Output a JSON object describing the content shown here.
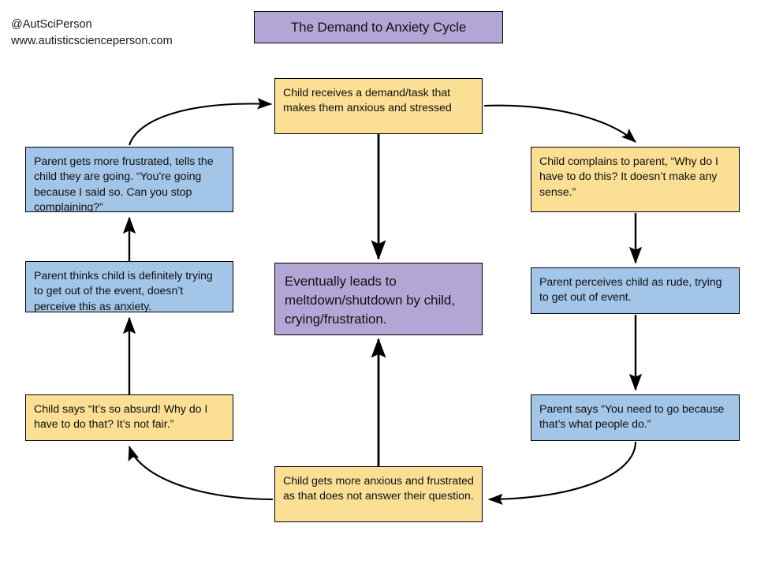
{
  "credit": {
    "handle": "@AutSciPerson",
    "website": "www.autisticscienceperson.com"
  },
  "title": {
    "text": "The Demand to Anxiety Cycle"
  },
  "colors": {
    "title_fill": "#b3a6d6",
    "yellow_fill": "#fbdf95",
    "blue_fill": "#a3c5e8",
    "purple_fill": "#b3a6d6",
    "border": "#000000",
    "arrow": "#000000",
    "background": "#ffffff"
  },
  "nodes": [
    {
      "id": "demand",
      "text": "Child receives a demand/task that makes them anxious and stressed",
      "fill": "yellow"
    },
    {
      "id": "complain",
      "text": "Child complains to parent, “Why do I have to do this? It doesn’t make any sense.”",
      "fill": "yellow"
    },
    {
      "id": "perceive",
      "text": "Parent perceives child as rude, trying to get out of event.",
      "fill": "blue"
    },
    {
      "id": "parent-says",
      "text": "Parent says “You need to go because that’s what people do.”",
      "fill": "blue"
    },
    {
      "id": "anxious",
      "text": "Child gets more anxious and frustrated as that does not answer their question.",
      "fill": "yellow"
    },
    {
      "id": "absurd",
      "text": "Child says “It’s so absurd! Why do I have to do that? It’s not fair.”",
      "fill": "yellow"
    },
    {
      "id": "thinks",
      "text": "Parent thinks child is definitely trying to get out of the event, doesn’t perceive this as anxiety.",
      "fill": "blue"
    },
    {
      "id": "frustrated",
      "text": "Parent gets more frustrated, tells the child they are going. “You’re going because I said so. Can you stop complaining?”",
      "fill": "blue"
    },
    {
      "id": "meltdown",
      "text": "Eventually leads to meltdown/shutdown by child, crying/frustration.",
      "fill": "purple"
    }
  ],
  "edges": [
    {
      "id": "demand-to-complain",
      "from": "demand",
      "to": "complain",
      "shape": "curve"
    },
    {
      "id": "complain-to-perceive",
      "from": "complain",
      "to": "perceive",
      "shape": "straight"
    },
    {
      "id": "perceive-to-parent-says",
      "from": "perceive",
      "to": "parent-says",
      "shape": "straight"
    },
    {
      "id": "parent-says-to-anxious",
      "from": "parent-says",
      "to": "anxious",
      "shape": "curve"
    },
    {
      "id": "anxious-to-absurd",
      "from": "anxious",
      "to": "absurd",
      "shape": "curve"
    },
    {
      "id": "absurd-to-thinks",
      "from": "absurd",
      "to": "thinks",
      "shape": "straight"
    },
    {
      "id": "thinks-to-frustrated",
      "from": "thinks",
      "to": "frustrated",
      "shape": "straight"
    },
    {
      "id": "frustrated-to-demand",
      "from": "frustrated",
      "to": "demand",
      "shape": "curve"
    },
    {
      "id": "demand-to-meltdown",
      "from": "demand",
      "to": "meltdown",
      "shape": "straight"
    },
    {
      "id": "anxious-to-meltdown",
      "from": "anxious",
      "to": "meltdown",
      "shape": "straight"
    }
  ]
}
